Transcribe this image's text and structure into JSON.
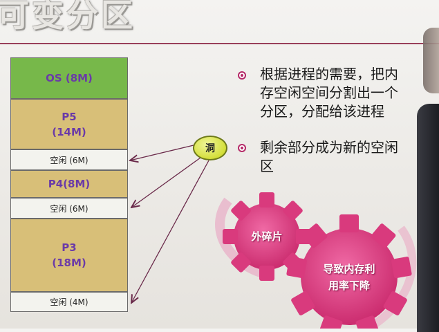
{
  "slide": {
    "title": "可变分区",
    "accent_color": "#8a2040"
  },
  "memory": {
    "os": "OS (8M)",
    "p5_name": "P5",
    "p5_size": "(14M)",
    "free1": "空闲 (6M)",
    "p4": "P4(8M)",
    "free2": "空闲 (6M)",
    "p3_name": "P3",
    "p3_size": "(18M)",
    "free3": "空闲 (4M)"
  },
  "hole_label": "洞",
  "bullets": {
    "b1_l1": "根据进程的需要，把内",
    "b1_l2": "存空闲空间分割出一个",
    "b1_l3": "分区，分配给该进程",
    "b2_l1": "剩余部分成为新的空闲",
    "b2_l2": "区"
  },
  "gears": {
    "g1": "外碎片",
    "g2_l1": "导致内存利",
    "g2_l2": "用率下降",
    "color": "#e0478a"
  }
}
